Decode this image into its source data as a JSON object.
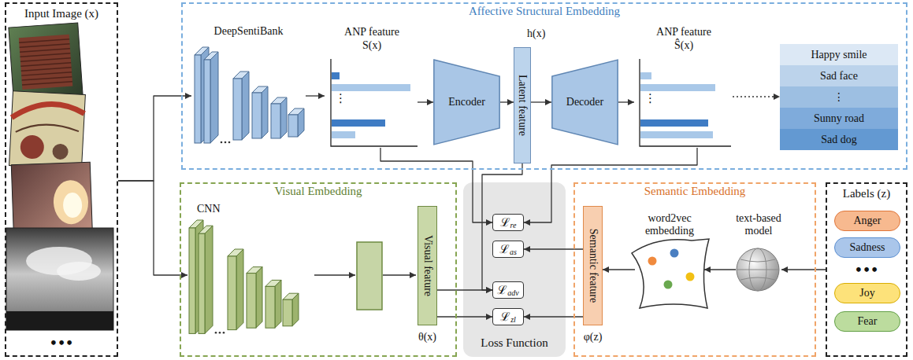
{
  "diagram": {
    "nodes": [
      {
        "text": [
          "Input Image (x)",
          "•••"
        ]
      },
      {
        "text": [
          "Affective Structural Embedding"
        ]
      },
      {
        "text": [
          "DeepSentiBank"
        ],
        "in": 1
      },
      {
        "text": [
          "ANP feature S(x)",
          "⋮"
        ],
        "in": 1
      },
      {
        "text": [
          "Encoder"
        ],
        "in": 1
      },
      {
        "text": [
          "h(x)",
          "Latent feature"
        ],
        "in": 1
      },
      {
        "text": [
          "Decoder"
        ],
        "in": 1
      },
      {
        "text": [
          "ANP feature Ŝ(x)",
          "⋮"
        ],
        "in": 1
      },
      {
        "text": [
          "Happy smile",
          "Sad face",
          "⋮",
          "Sunny road",
          "Sad dog"
        ],
        "in": 1
      },
      {
        "text": [
          "Visual Embedding"
        ]
      },
      {
        "text": [
          "CNN"
        ],
        "in": 9
      },
      {
        "text": [
          "Visual feature",
          "θ(x)"
        ],
        "in": 9
      },
      {
        "text": [
          "Loss Function"
        ]
      },
      {
        "text": [
          "ℒ",
          "re"
        ],
        "in": 12
      },
      {
        "text": [
          "ℒ",
          "as"
        ],
        "in": 12
      },
      {
        "text": [
          "ℒ",
          "adv"
        ],
        "in": 12
      },
      {
        "text": [
          "ℒ",
          "zl"
        ],
        "in": 12
      },
      {
        "text": [
          "Semantic Embedding"
        ]
      },
      {
        "text": [
          "Semantic feature",
          "φ(z)"
        ],
        "in": 17
      },
      {
        "text": [
          "word2vec embedding"
        ],
        "in": 17
      },
      {
        "text": [
          "text-based model"
        ],
        "in": 17
      },
      {
        "text": [
          "Labels (z)",
          "•••"
        ]
      },
      {
        "text": [
          "Anger"
        ],
        "in": 21
      },
      {
        "text": [
          "Sadness"
        ],
        "in": 21
      },
      {
        "text": [
          "Joy"
        ],
        "in": 21
      },
      {
        "text": [
          "Fear"
        ],
        "in": 21
      }
    ],
    "edges": [
      {
        "from": 0,
        "to": 2,
        "arrow": "to"
      },
      {
        "from": 0,
        "to": 10,
        "arrow": "to"
      },
      {
        "from": 2,
        "to": 3,
        "arrow": "to"
      },
      {
        "from": 3,
        "to": 4,
        "arrow": "to"
      },
      {
        "from": 4,
        "to": 5,
        "arrow": "to"
      },
      {
        "from": 5,
        "to": 6,
        "arrow": "to"
      },
      {
        "from": 6,
        "to": 7,
        "arrow": "to"
      },
      {
        "from": 7,
        "to": 8,
        "arrow": "to"
      },
      {
        "from": 3,
        "to": 13,
        "arrow": "to"
      },
      {
        "from": 7,
        "to": 13,
        "arrow": "to"
      },
      {
        "from": 5,
        "to": 15,
        "arrow": "to"
      },
      {
        "from": 11,
        "to": 15,
        "arrow": "to"
      },
      {
        "from": 11,
        "to": 16,
        "arrow": "to"
      },
      {
        "from": 18,
        "to": 14,
        "arrow": "to"
      },
      {
        "from": 18,
        "to": 16,
        "arrow": "to"
      },
      {
        "from": 21,
        "to": 20,
        "arrow": "to"
      },
      {
        "from": 20,
        "to": 19,
        "arrow": "to"
      },
      {
        "from": 19,
        "to": 18,
        "arrow": "to"
      }
    ]
  }
}
